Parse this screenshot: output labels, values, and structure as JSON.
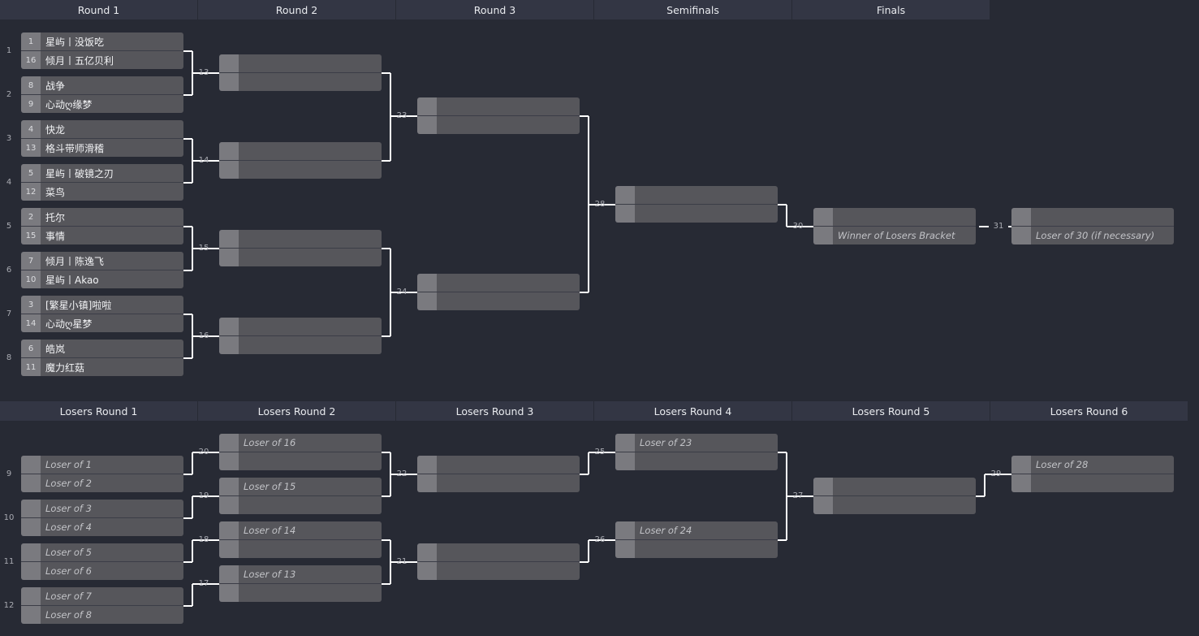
{
  "winners_rounds": [
    "Round 1",
    "Round 2",
    "Round 3",
    "Semifinals",
    "Finals"
  ],
  "losers_rounds": [
    "Losers Round 1",
    "Losers Round 2",
    "Losers Round 3",
    "Losers Round 4",
    "Losers Round 5",
    "Losers Round 6"
  ],
  "winners_matches": [
    {
      "num": "1",
      "p1": {
        "seed": "1",
        "name": "星屿丨没饭吃"
      },
      "p2": {
        "seed": "16",
        "name": "倾月丨五亿贝利"
      }
    },
    {
      "num": "2",
      "p1": {
        "seed": "8",
        "name": "战争"
      },
      "p2": {
        "seed": "9",
        "name": "心动ღ缘梦"
      }
    },
    {
      "num": "3",
      "p1": {
        "seed": "4",
        "name": "快龙"
      },
      "p2": {
        "seed": "13",
        "name": "格斗带师滑稽"
      }
    },
    {
      "num": "4",
      "p1": {
        "seed": "5",
        "name": "星屿丨破镜之刃"
      },
      "p2": {
        "seed": "12",
        "name": "菜鸟"
      }
    },
    {
      "num": "5",
      "p1": {
        "seed": "2",
        "name": "托尔"
      },
      "p2": {
        "seed": "15",
        "name": "事情"
      }
    },
    {
      "num": "6",
      "p1": {
        "seed": "7",
        "name": "倾月丨陈逸飞"
      },
      "p2": {
        "seed": "10",
        "name": "星屿丨Akao"
      }
    },
    {
      "num": "7",
      "p1": {
        "seed": "3",
        "name": "[繁星小镇]啦啦"
      },
      "p2": {
        "seed": "14",
        "name": "心动ღ星梦"
      }
    },
    {
      "num": "8",
      "p1": {
        "seed": "6",
        "name": "皓岚"
      },
      "p2": {
        "seed": "11",
        "name": "魔力红菇"
      }
    },
    {
      "num": "13",
      "p1": {
        "seed": "",
        "name": ""
      },
      "p2": {
        "seed": "",
        "name": ""
      }
    },
    {
      "num": "14",
      "p1": {
        "seed": "",
        "name": ""
      },
      "p2": {
        "seed": "",
        "name": ""
      }
    },
    {
      "num": "15",
      "p1": {
        "seed": "",
        "name": ""
      },
      "p2": {
        "seed": "",
        "name": ""
      }
    },
    {
      "num": "16",
      "p1": {
        "seed": "",
        "name": ""
      },
      "p2": {
        "seed": "",
        "name": ""
      }
    },
    {
      "num": "23",
      "p1": {
        "seed": "",
        "name": ""
      },
      "p2": {
        "seed": "",
        "name": ""
      }
    },
    {
      "num": "24",
      "p1": {
        "seed": "",
        "name": ""
      },
      "p2": {
        "seed": "",
        "name": ""
      }
    },
    {
      "num": "28",
      "p1": {
        "seed": "",
        "name": ""
      },
      "p2": {
        "seed": "",
        "name": ""
      }
    },
    {
      "num": "30",
      "p1": {
        "seed": "",
        "name": ""
      },
      "p2": {
        "seed": "",
        "name": "Winner of Losers Bracket"
      }
    },
    {
      "num": "31",
      "p1": {
        "seed": "",
        "name": ""
      },
      "p2": {
        "seed": "",
        "name": "Loser of 30 (if necessary)"
      }
    }
  ],
  "losers_matches": [
    {
      "num": "9",
      "p1": {
        "seed": "",
        "name": "Loser of 1"
      },
      "p2": {
        "seed": "",
        "name": "Loser of 2"
      }
    },
    {
      "num": "10",
      "p1": {
        "seed": "",
        "name": "Loser of 3"
      },
      "p2": {
        "seed": "",
        "name": "Loser of 4"
      }
    },
    {
      "num": "11",
      "p1": {
        "seed": "",
        "name": "Loser of 5"
      },
      "p2": {
        "seed": "",
        "name": "Loser of 6"
      }
    },
    {
      "num": "12",
      "p1": {
        "seed": "",
        "name": "Loser of 7"
      },
      "p2": {
        "seed": "",
        "name": "Loser of 8"
      }
    },
    {
      "num": "20",
      "p1": {
        "seed": "",
        "name": "Loser of 16"
      },
      "p2": {
        "seed": "",
        "name": ""
      }
    },
    {
      "num": "19",
      "p1": {
        "seed": "",
        "name": "Loser of 15"
      },
      "p2": {
        "seed": "",
        "name": ""
      }
    },
    {
      "num": "18",
      "p1": {
        "seed": "",
        "name": "Loser of 14"
      },
      "p2": {
        "seed": "",
        "name": ""
      }
    },
    {
      "num": "17",
      "p1": {
        "seed": "",
        "name": "Loser of 13"
      },
      "p2": {
        "seed": "",
        "name": ""
      }
    },
    {
      "num": "22",
      "p1": {
        "seed": "",
        "name": ""
      },
      "p2": {
        "seed": "",
        "name": ""
      }
    },
    {
      "num": "21",
      "p1": {
        "seed": "",
        "name": ""
      },
      "p2": {
        "seed": "",
        "name": ""
      }
    },
    {
      "num": "25",
      "p1": {
        "seed": "",
        "name": "Loser of 23"
      },
      "p2": {
        "seed": "",
        "name": ""
      }
    },
    {
      "num": "26",
      "p1": {
        "seed": "",
        "name": "Loser of 24"
      },
      "p2": {
        "seed": "",
        "name": ""
      }
    },
    {
      "num": "27",
      "p1": {
        "seed": "",
        "name": ""
      },
      "p2": {
        "seed": "",
        "name": ""
      }
    },
    {
      "num": "29",
      "p1": {
        "seed": "",
        "name": "Loser of 28"
      },
      "p2": {
        "seed": "",
        "name": ""
      }
    }
  ],
  "colors": {
    "background": "#272a34",
    "header": "#333644",
    "slot_name": "#56565b",
    "slot_seed": "#7a7a7f",
    "connector": "#ffffff"
  }
}
